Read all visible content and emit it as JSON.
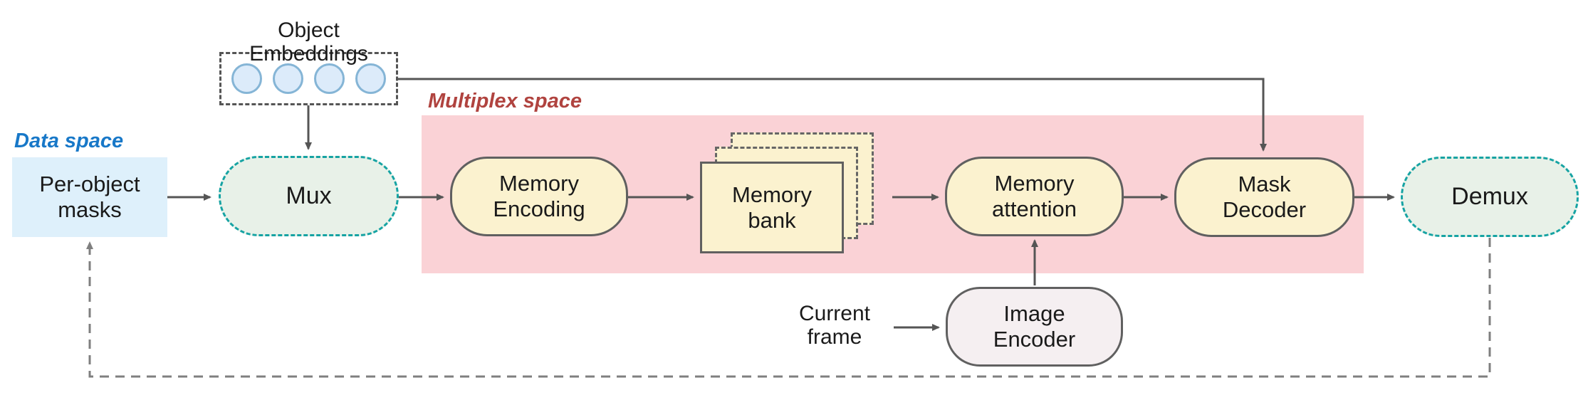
{
  "diagram": {
    "object_embeddings_label": "Object Embeddings",
    "data_space_label": "Data space",
    "multiplex_space_label": "Multiplex space",
    "current_frame_label": "Current\nframe",
    "embedding_circles_count": 4,
    "nodes": {
      "per_object_masks": "Per-object\nmasks",
      "mux": "Mux",
      "memory_encoding": "Memory\nEncoding",
      "memory_bank": "Memory\nbank",
      "memory_attention": "Memory\nattention",
      "mask_decoder": "Mask\nDecoder",
      "demux": "Demux",
      "image_encoder": "Image\nEncoder"
    },
    "colors": {
      "data_space_blue": "#1878c8",
      "multiplex_red": "#b0433f",
      "multiplex_bg": "#fad2d6",
      "node_yellow": "#fbf2cf",
      "mux_green": "#e8f1e8",
      "teal_border": "#16a3a3",
      "masks_blue": "#def0fb",
      "image_encoder_fill": "#f5eff1",
      "arrow_gray": "#555555",
      "feedback_gray": "#7f7f7f",
      "circle_fill": "#dcebfa",
      "circle_border": "#85b5d6"
    }
  }
}
